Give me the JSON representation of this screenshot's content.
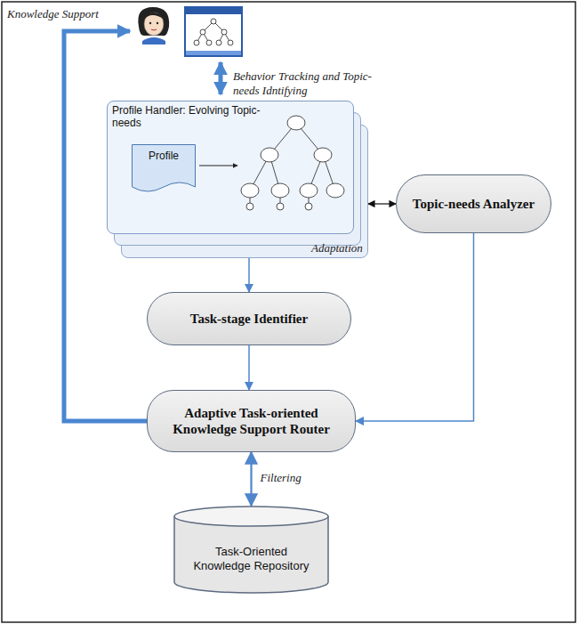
{
  "diagram": {
    "nodes": [
      {
        "text": [
          "Profile Handler: Evolving Topic-needs"
        ]
      },
      {
        "text": [
          "Profile"
        ],
        "in": 0
      },
      {
        "text": [
          "Topic-needs Analyzer"
        ]
      },
      {
        "text": [
          "Task-stage Identifier"
        ]
      },
      {
        "text": [
          "Adaptive Task-oriented Knowledge Support Router"
        ]
      },
      {
        "text": [
          "Task-Oriented Knowledge Repository"
        ]
      }
    ],
    "edges": [
      {
        "from": 0,
        "to": 2,
        "arrow": "both"
      },
      {
        "from": 0,
        "to": 3,
        "arrow": "to"
      },
      {
        "from": 3,
        "to": 4,
        "arrow": "to"
      },
      {
        "from": 2,
        "to": 4,
        "arrow": "to"
      },
      {
        "from": 4,
        "to": 5,
        "label": "Filtering",
        "arrow": "both"
      }
    ],
    "labels": [
      "Knowledge Support",
      "Behavior Tracking and Topic-needs Idntifying",
      "Adaptation"
    ]
  }
}
